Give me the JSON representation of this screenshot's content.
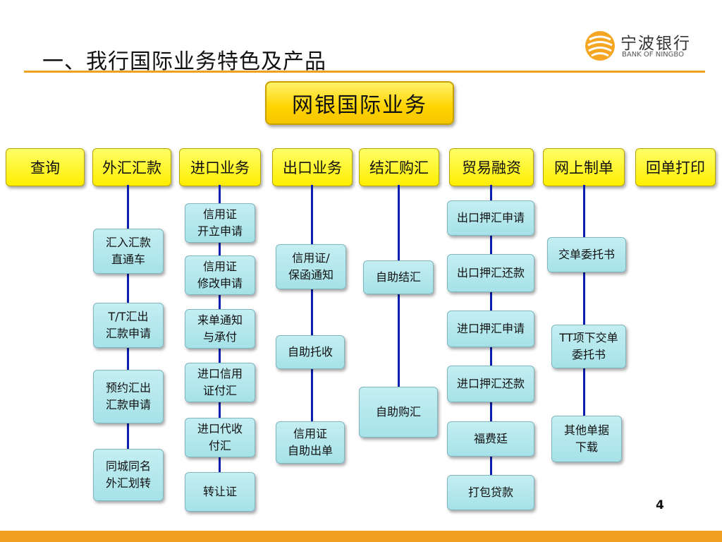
{
  "slide": {
    "title": "一、我行国际业务特色及产品",
    "page_number": "4"
  },
  "logo": {
    "name_cn": "宁波银行",
    "name_en": "BANK OF NINGBO"
  },
  "diagram": {
    "root": "网银国际业务",
    "categories": [
      {
        "label": "查询",
        "items": []
      },
      {
        "label": "外汇汇款",
        "items": [
          "汇入汇款\n直通车",
          "T/T汇出\n汇款申请",
          "预约汇出\n汇款申请",
          "同城同名\n外汇划转"
        ]
      },
      {
        "label": "进口业务",
        "items": [
          "信用证\n开立申请",
          "信用证\n修改申请",
          "来单通知\n与承付",
          "进口信用\n证付汇",
          "进口代收\n付汇",
          "转让证"
        ]
      },
      {
        "label": "出口业务",
        "items": [
          "信用证/\n保函通知",
          "自助托收",
          "信用证\n自助出单"
        ]
      },
      {
        "label": "结汇购汇",
        "items": [
          "自助结汇",
          "自助购汇"
        ]
      },
      {
        "label": "贸易融资",
        "items": [
          "出口押汇申请",
          "出口押汇还款",
          "进口押汇申请",
          "进口押汇还款",
          "福费廷",
          "打包贷款"
        ]
      },
      {
        "label": "网上制单",
        "items": [
          "交单委托书",
          "TT项下交单\n委托书",
          "其他单据\n下载"
        ]
      },
      {
        "label": "回单打印",
        "items": []
      }
    ]
  },
  "colors": {
    "accent": "#f0a020",
    "category_fill": "#ffee00",
    "item_fill": "#a5e2e8",
    "connector": "#0a1fb0"
  }
}
